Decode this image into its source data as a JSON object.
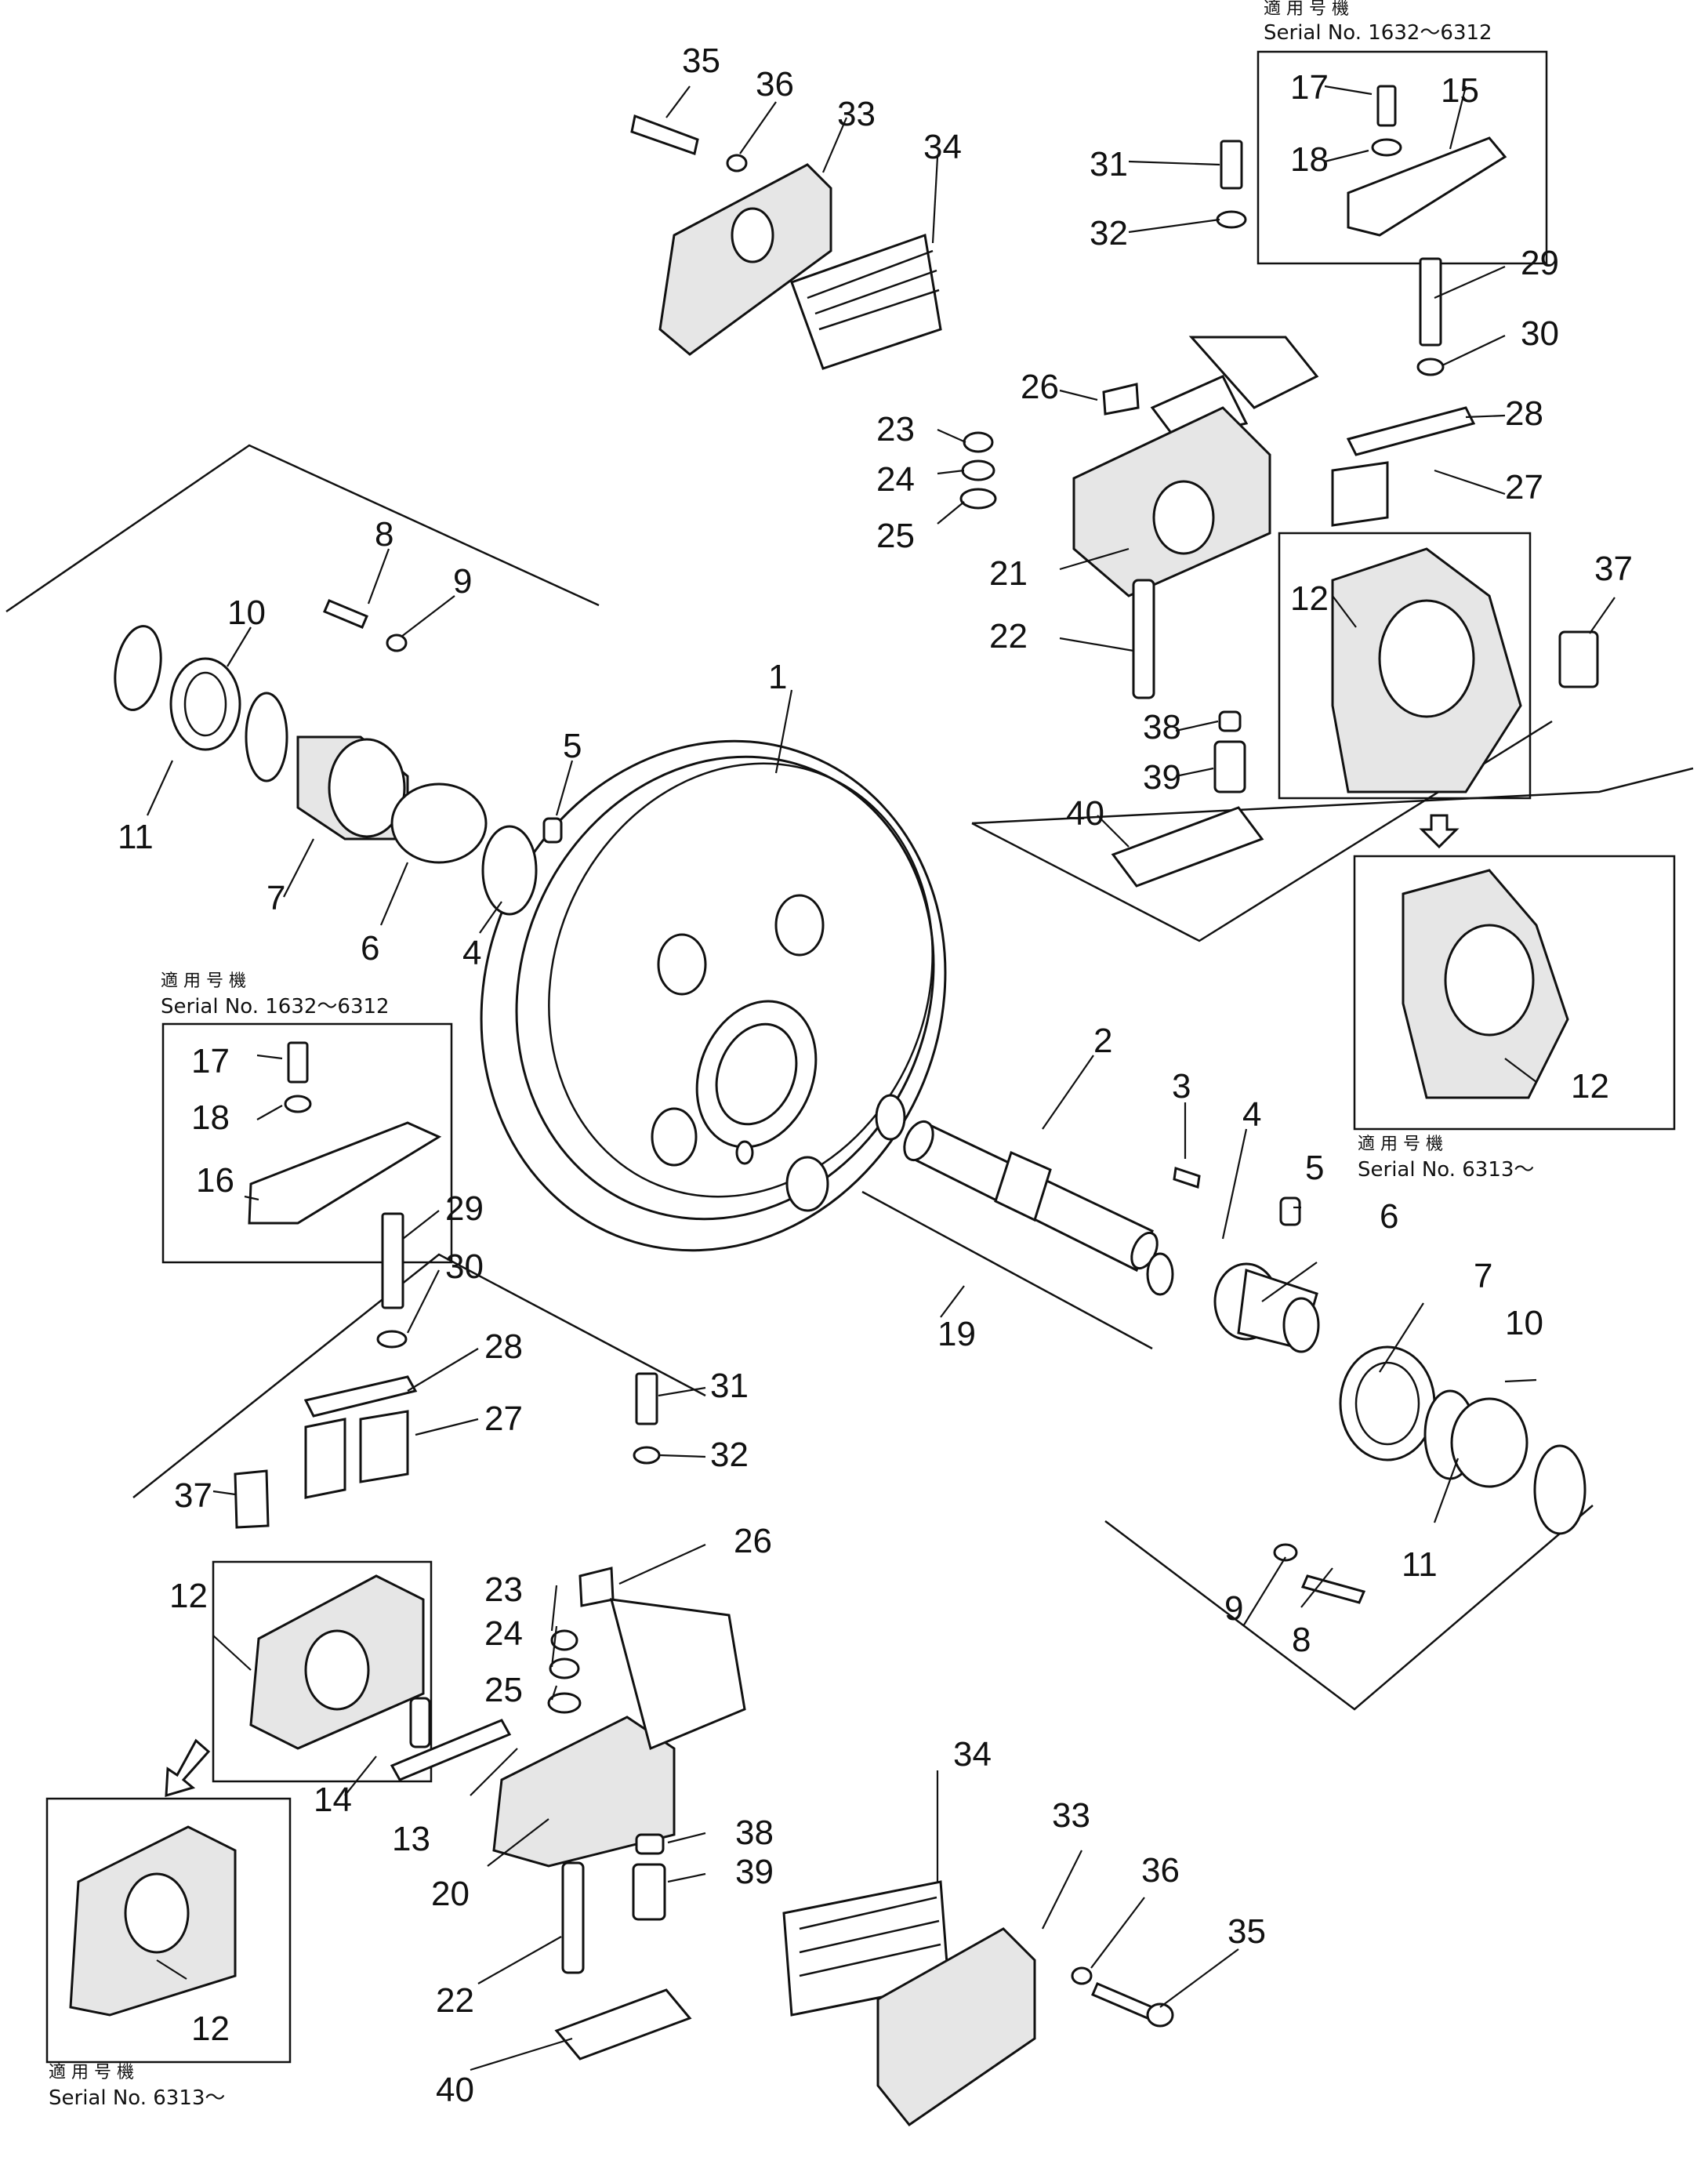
{
  "captions": {
    "serial_label_ja": "適 用 号 機",
    "serial_early": "Serial No. 1632～6312",
    "serial_late": "Serial No. 6313～"
  },
  "parts": [
    "1",
    "2",
    "3",
    "4",
    "5",
    "6",
    "7",
    "8",
    "9",
    "10",
    "11",
    "12",
    "13",
    "14",
    "15",
    "16",
    "17",
    "18",
    "19",
    "20",
    "21",
    "22",
    "23",
    "24",
    "25",
    "26",
    "27",
    "28",
    "29",
    "30",
    "31",
    "32",
    "33",
    "34",
    "35",
    "36",
    "37",
    "38",
    "39",
    "40"
  ]
}
